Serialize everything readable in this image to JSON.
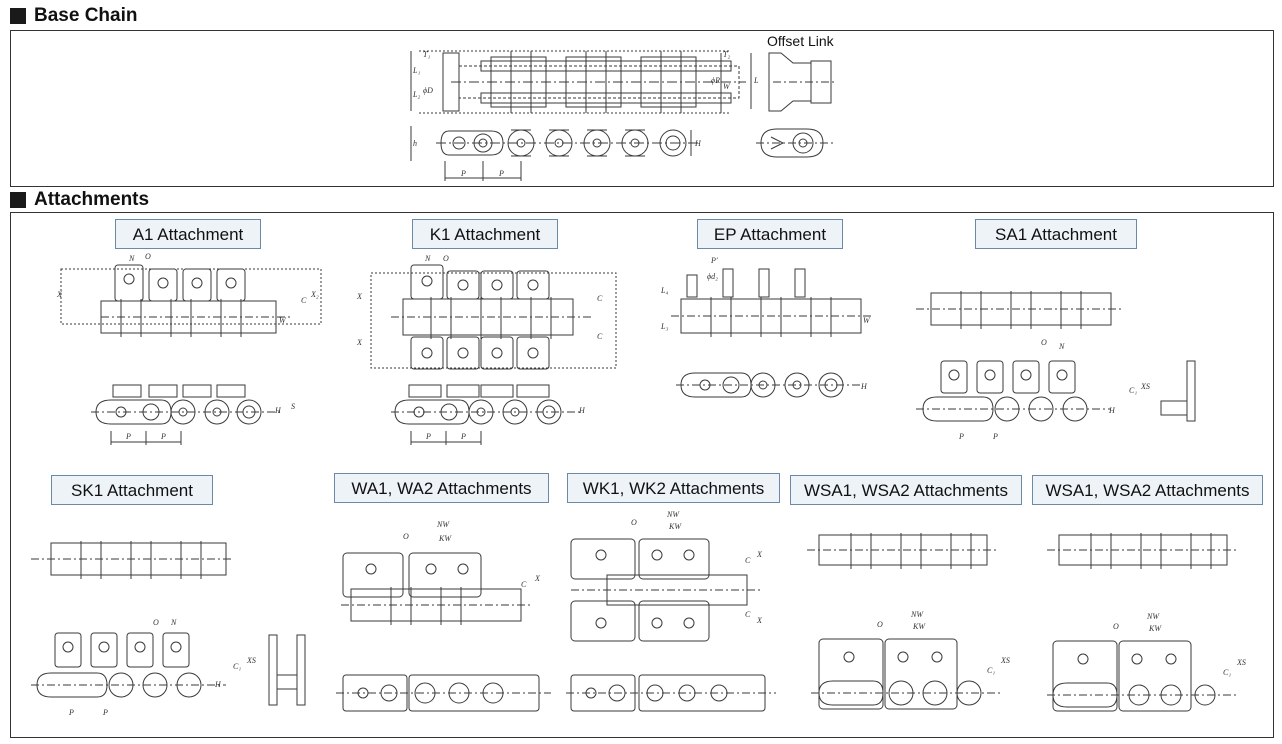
{
  "sections": {
    "base_chain": {
      "title": "Base Chain",
      "offset_link": "Offset Link"
    },
    "attachments": {
      "title": "Attachments"
    }
  },
  "attachments": [
    {
      "label": "A1 Attachment"
    },
    {
      "label": "K1 Attachment"
    },
    {
      "label": "EP Attachment"
    },
    {
      "label": "SA1 Attachment"
    },
    {
      "label": "SK1 Attachment"
    },
    {
      "label": "WA1, WA2 Attachments"
    },
    {
      "label": "WK1, WK2 Attachments"
    },
    {
      "label": "WSA1, WSA2 Attachments"
    },
    {
      "label": "WSA1, WSA2 Attachments"
    }
  ],
  "dimension_labels": {
    "P": "P",
    "Pp": "P'",
    "D": "ϕD",
    "R": "ϕR",
    "d2": "ϕd₂",
    "W": "W",
    "L1": "L₁",
    "L2": "L₂",
    "T1": "T₁",
    "T2": "T₂",
    "H": "H",
    "h": "h",
    "L": "L",
    "N": "N",
    "O": "O",
    "C": "C",
    "X": "X",
    "X2": "X₂",
    "S": "S",
    "C1": "C₁",
    "XS": "XS",
    "NW": "NW",
    "KW": "KW",
    "L3": "L₃",
    "L4": "L₄"
  },
  "colors": {
    "line": "#3a3a3a",
    "label_fill": "#eef3f8",
    "label_border": "#6a8aa8"
  }
}
